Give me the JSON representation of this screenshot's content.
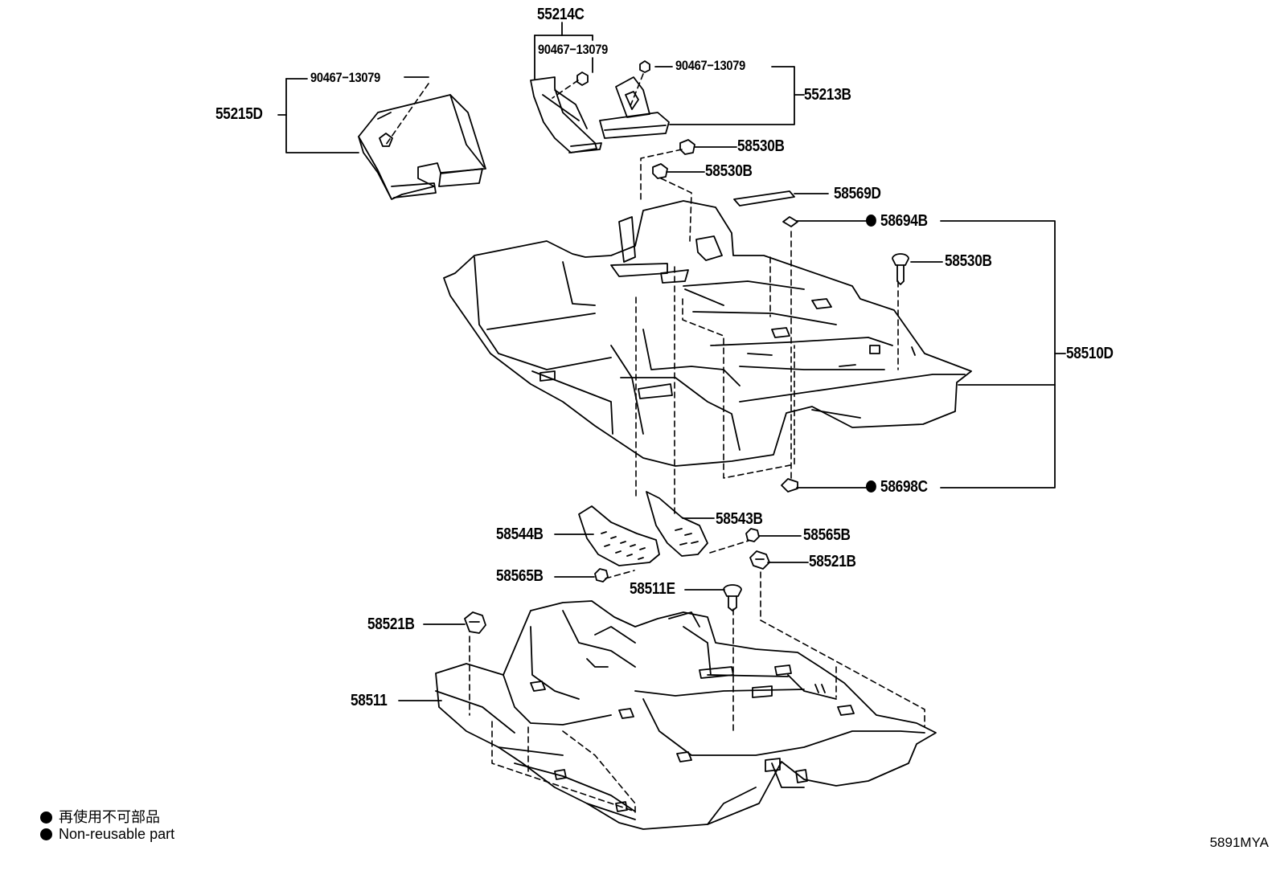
{
  "callouts": {
    "p55214C": "55214C",
    "p90467_a": "90467−13079",
    "p90467_b": "90467−13079",
    "p90467_c": "90467−13079",
    "p55215D": "55215D",
    "p55213B": "55213B",
    "p58530B_1": "58530B",
    "p58530B_2": "58530B",
    "p58569D": "58569D",
    "p58694B": "58694B",
    "p58530B_3": "58530B",
    "p58510D": "58510D",
    "p58698C": "58698C",
    "p58543B": "58543B",
    "p58544B": "58544B",
    "p58565B_1": "58565B",
    "p58521B_1": "58521B",
    "p58565B_2": "58565B",
    "p58511E": "58511E",
    "p58521B_2": "58521B",
    "p58511": "58511"
  },
  "legend": {
    "jp": "再使用不可部品",
    "en": "Non-reusable part"
  },
  "illustration_code": "5891MYA",
  "colors": {
    "ink": "#000000",
    "paper": "#ffffff"
  }
}
